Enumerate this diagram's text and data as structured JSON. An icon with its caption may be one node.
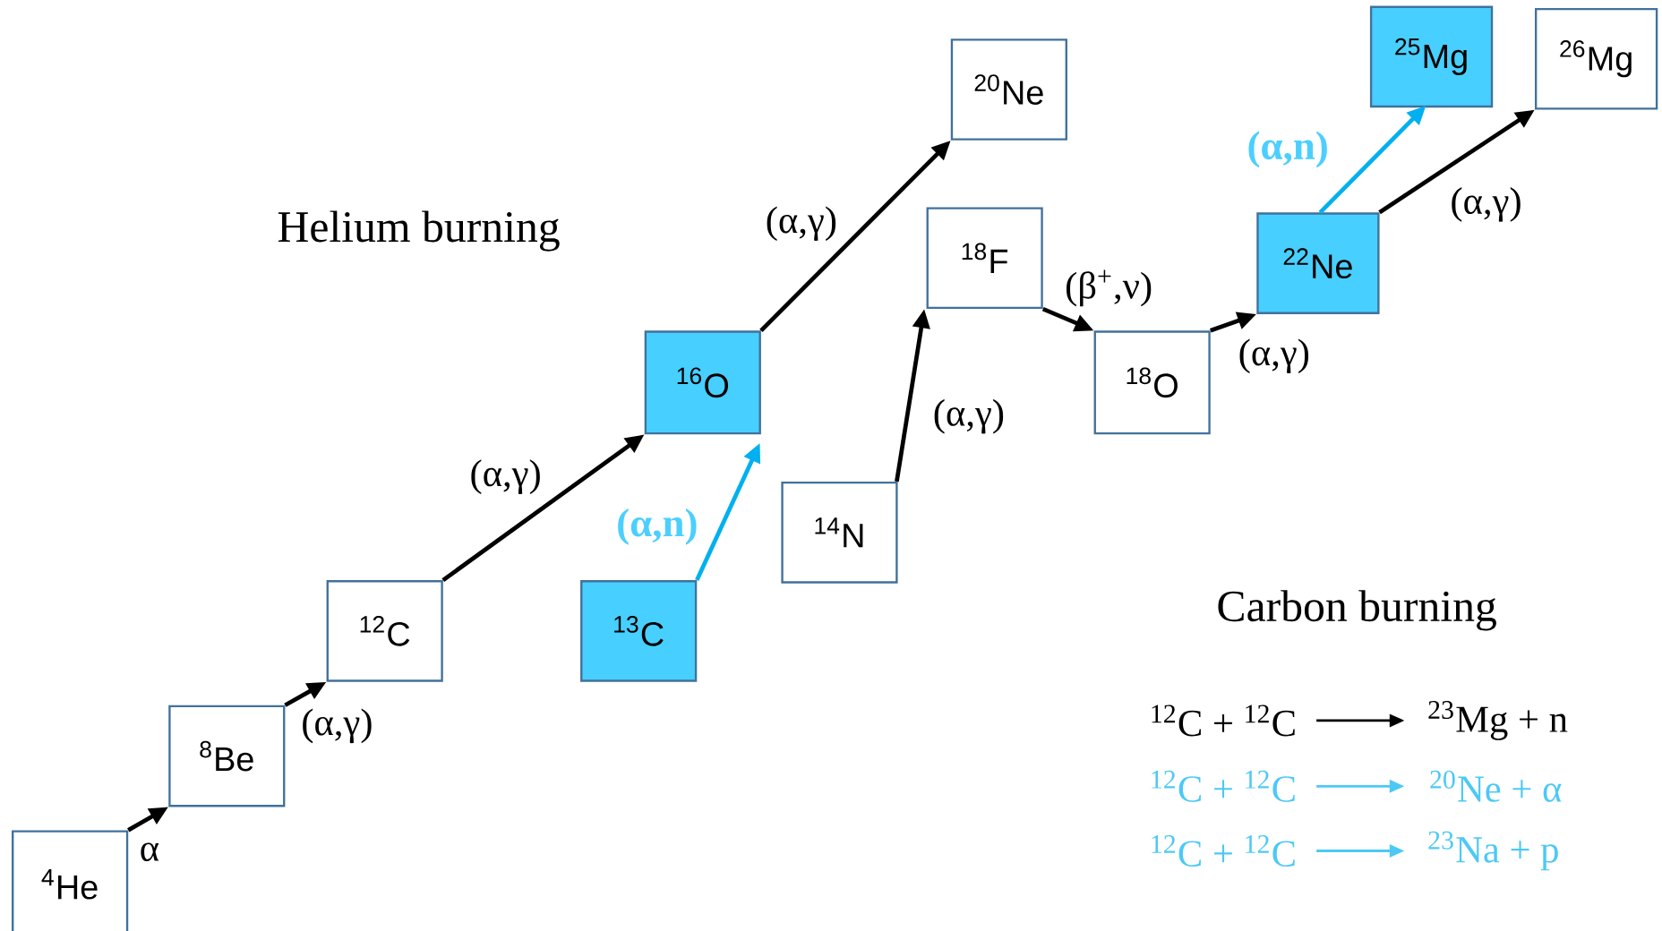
{
  "diagram": {
    "nodes": [
      {
        "text": [
          "$^{4}$He"
        ]
      },
      {
        "text": [
          "$^{8}$Be"
        ]
      },
      {
        "text": [
          "$^{12}$C"
        ]
      },
      {
        "text": [
          "$^{13}$C"
        ]
      },
      {
        "text": [
          "$^{16}$O"
        ]
      },
      {
        "text": [
          "$^{14}$N"
        ]
      },
      {
        "text": [
          "$^{20}$Ne"
        ]
      },
      {
        "text": [
          "$^{18}$F"
        ]
      },
      {
        "text": [
          "$^{18}$O"
        ]
      },
      {
        "text": [
          "$^{22}$Ne"
        ]
      },
      {
        "text": [
          "$^{25}$Mg"
        ]
      },
      {
        "text": [
          "$^{26}$Mg"
        ]
      }
    ],
    "edges": [
      {
        "from": 0,
        "to": 1,
        "arrow": "to",
        "label": "α"
      },
      {
        "from": 1,
        "to": 2,
        "arrow": "to",
        "label": "(α,γ)"
      },
      {
        "from": 2,
        "to": 4,
        "arrow": "to",
        "label": "(α,γ)"
      },
      {
        "from": 3,
        "to": 4,
        "arrow": "to",
        "label": "(α,n)",
        "color": "#00b0f0"
      },
      {
        "from": 4,
        "to": 6,
        "arrow": "to",
        "label": "(α,γ)"
      },
      {
        "from": 5,
        "to": 7,
        "arrow": "to",
        "label": "(α,γ)"
      },
      {
        "from": 7,
        "to": 8,
        "arrow": "to",
        "label": "(β$^{+}$,ν)"
      },
      {
        "from": 8,
        "to": 9,
        "arrow": "to",
        "label": "(α,γ)"
      },
      {
        "from": 9,
        "to": 10,
        "arrow": "to",
        "label": "(α,n)",
        "color": "#00b0f0"
      },
      {
        "from": 9,
        "to": 11,
        "arrow": "to",
        "label": "(α,γ)"
      }
    ],
    "labels": [
      "Helium burning",
      "Carbon burning",
      "$^{12}$C + $^{12}$C",
      "$^{23}$Mg + n",
      "$^{12}$C + $^{12}$C",
      "$^{20}$Ne + α",
      "$^{12}$C + $^{12}$C",
      "$^{23}$Na + p"
    ]
  }
}
